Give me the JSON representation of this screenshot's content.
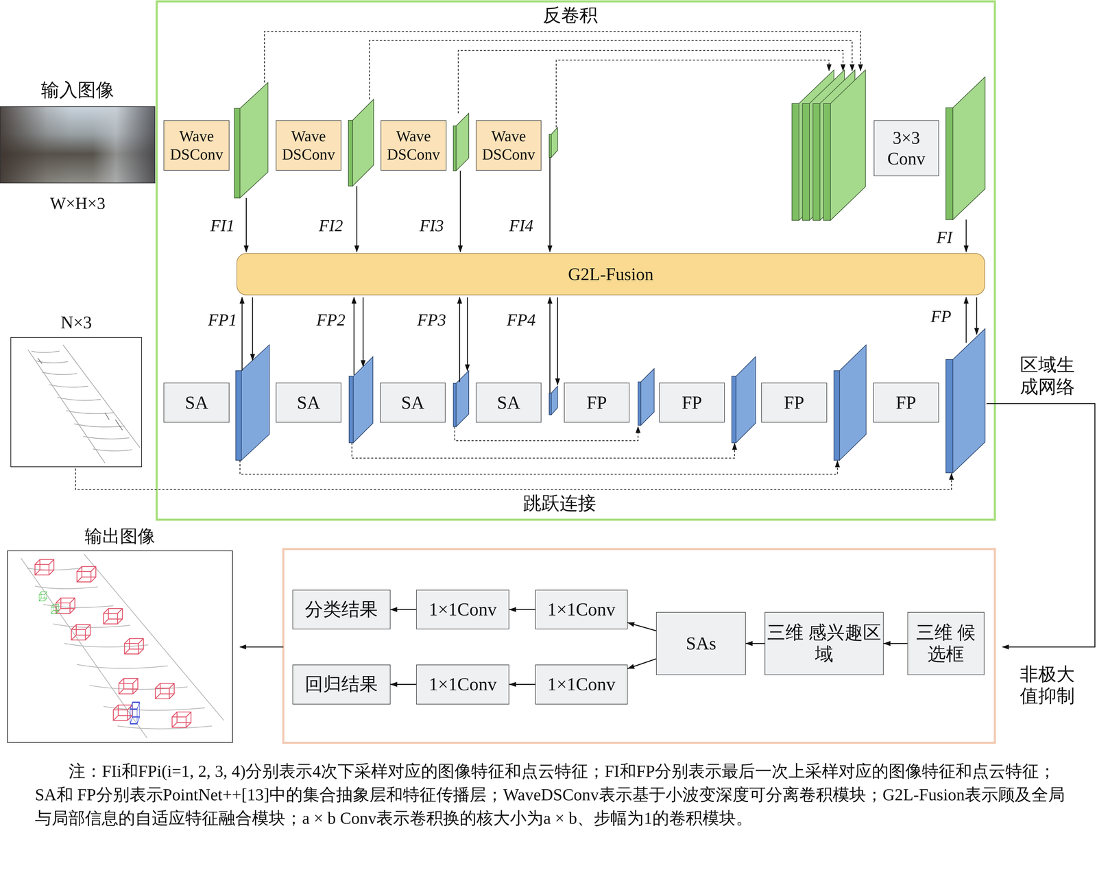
{
  "diagram": {
    "caption": "注：FIi和FPi(i=1, 2, 3, 4)分别表示4次下采样对应的图像特征和点云特征；FI和FP分别表示最后一次上采样对应的图像特征和点云特征；SA和 FP分别表示PointNet++[13]中的集合抽象层和特征传播层；WaveDSConv表示基于小波变深度可分离卷积模块；G2L-Fusion表示顾及全局与局部信息的自适应特征融合模块；a × b Conv表示卷积换的核大小为a × b、步幅为1的卷积模块。",
    "nodes": [
      {
        "text": [
          "输入图像",
          "W×H×3"
        ]
      },
      {
        "text": [
          "Wave DSConv"
        ]
      },
      {
        "text": [
          "Wave DSConv"
        ]
      },
      {
        "text": [
          "Wave DSConv"
        ]
      },
      {
        "text": [
          "Wave DSConv"
        ]
      },
      {
        "text": [
          "3×3 Conv"
        ]
      },
      {
        "text": [
          "G2L-Fusion"
        ]
      },
      {
        "text": [
          "N×3"
        ]
      },
      {
        "text": [
          "SA"
        ]
      },
      {
        "text": [
          "SA"
        ]
      },
      {
        "text": [
          "SA"
        ]
      },
      {
        "text": [
          "SA"
        ]
      },
      {
        "text": [
          "FP"
        ]
      },
      {
        "text": [
          "FP"
        ]
      },
      {
        "text": [
          "FP"
        ]
      },
      {
        "text": [
          "FP"
        ]
      },
      {
        "text": [
          "输出图像"
        ]
      },
      {
        "text": [
          "分类结果"
        ]
      },
      {
        "text": [
          "1×1Conv"
        ]
      },
      {
        "text": [
          "1×1Conv"
        ]
      },
      {
        "text": [
          "SAs"
        ]
      },
      {
        "text": [
          "三维 感兴趣区域"
        ]
      },
      {
        "text": [
          "三维 候选框"
        ]
      },
      {
        "text": [
          "回归结果"
        ]
      },
      {
        "text": [
          "1×1Conv"
        ]
      },
      {
        "text": [
          "1×1Conv"
        ]
      }
    ],
    "edges": [
      {
        "from": 22,
        "to": 21,
        "arrow": "to"
      },
      {
        "from": 21,
        "to": 20,
        "arrow": "to"
      },
      {
        "from": 20,
        "to": 19,
        "arrow": "to"
      },
      {
        "from": 19,
        "to": 18,
        "arrow": "to"
      },
      {
        "from": 18,
        "to": 17,
        "arrow": "to"
      },
      {
        "from": 20,
        "to": 25,
        "arrow": "to"
      },
      {
        "from": 25,
        "to": 24,
        "arrow": "to"
      },
      {
        "from": 24,
        "to": 23,
        "arrow": "to"
      }
    ],
    "labels": [
      "反卷积",
      "FI1",
      "FI2",
      "FI3",
      "FI4",
      "FI",
      "FP1",
      "FP2",
      "FP3",
      "FP4",
      "FP",
      "跳跃连接",
      "区域生成网络",
      "非极大值抑制"
    ]
  }
}
